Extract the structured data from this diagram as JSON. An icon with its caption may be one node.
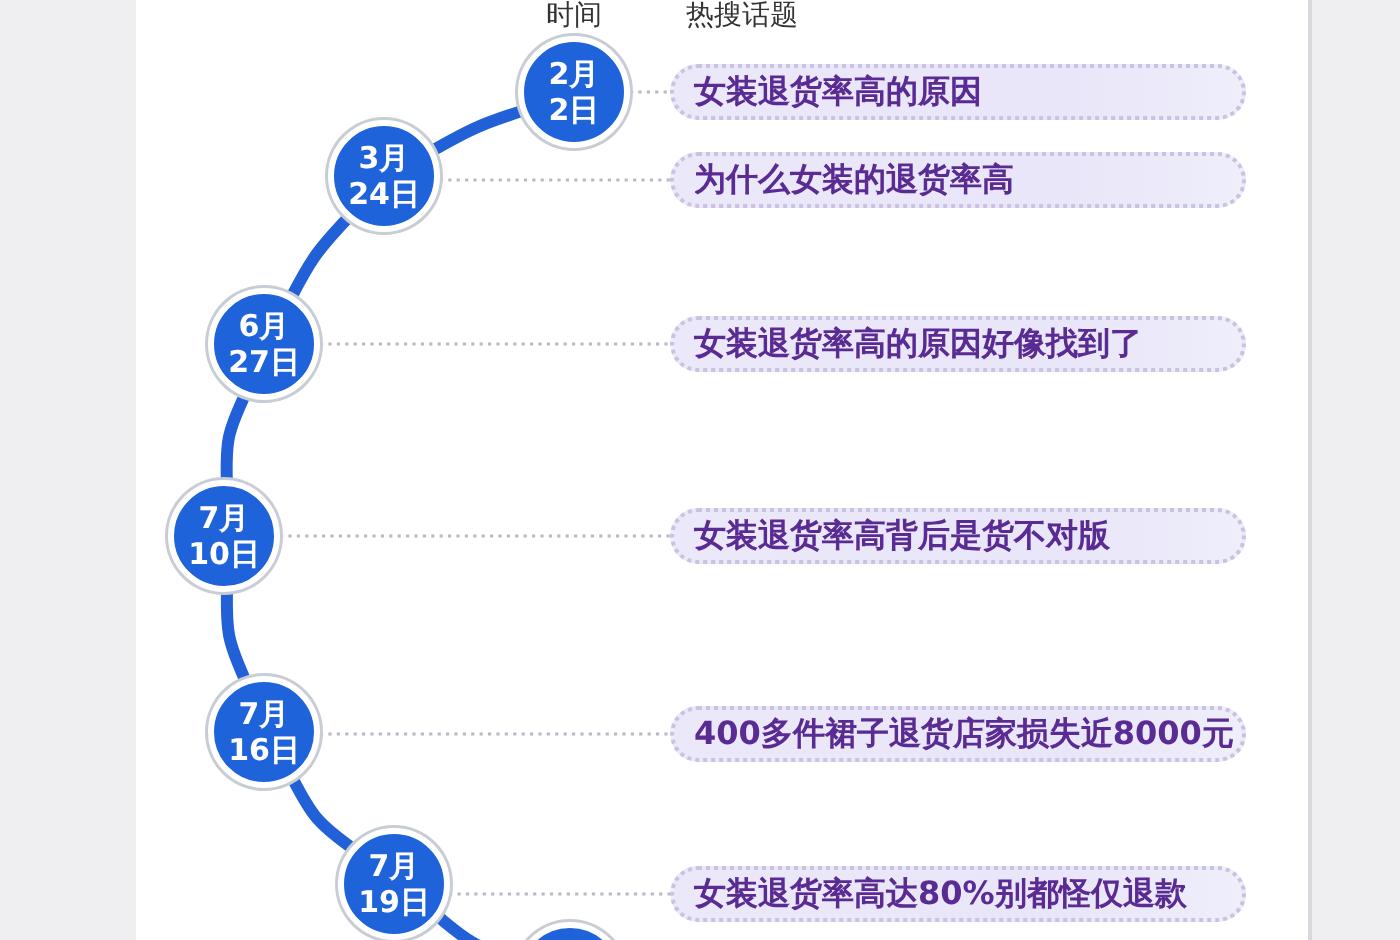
{
  "diagram": {
    "nodes": [
      {
        "text": [
          "2月2日"
        ]
      },
      {
        "text": [
          "女装退货率高的原因"
        ]
      },
      {
        "text": [
          "3月24日"
        ]
      },
      {
        "text": [
          "为什么女装的退货率高"
        ]
      },
      {
        "text": [
          "6月27日"
        ]
      },
      {
        "text": [
          "女装退货率高的原因好像找到了"
        ]
      },
      {
        "text": [
          "7月10日"
        ]
      },
      {
        "text": [
          "女装退货率高背后是货不对版"
        ]
      },
      {
        "text": [
          "7月16日"
        ]
      },
      {
        "text": [
          "400多件裙子退货店家损失近8000元"
        ]
      },
      {
        "text": [
          "7月19日"
        ]
      },
      {
        "text": [
          "女装退货率高达80%别都怪仅退款"
        ]
      },
      {
        "text": [],
        "shape": "circle"
      }
    ],
    "edges": [
      {
        "from": 0,
        "to": 2,
        "arrow": "none",
        "style": "thick",
        "color": "#2160d6"
      },
      {
        "from": 2,
        "to": 4,
        "arrow": "none",
        "style": "thick",
        "color": "#2160d6"
      },
      {
        "from": 4,
        "to": 6,
        "arrow": "none",
        "style": "thick",
        "color": "#2160d6"
      },
      {
        "from": 6,
        "to": 8,
        "arrow": "none",
        "style": "thick",
        "color": "#2160d6"
      },
      {
        "from": 8,
        "to": 10,
        "arrow": "none",
        "style": "thick",
        "color": "#2160d6"
      },
      {
        "from": 10,
        "to": 12,
        "arrow": "none",
        "style": "thick",
        "color": "#2160d6"
      },
      {
        "from": 0,
        "to": 1,
        "arrow": "none",
        "style": "dashed",
        "color": "#b9b9c6"
      },
      {
        "from": 2,
        "to": 3,
        "arrow": "none",
        "style": "dashed",
        "color": "#b9b9c6"
      },
      {
        "from": 4,
        "to": 5,
        "arrow": "none",
        "style": "dashed",
        "color": "#b9b9c6"
      },
      {
        "from": 6,
        "to": 7,
        "arrow": "none",
        "style": "dashed",
        "color": "#b9b9c6"
      },
      {
        "from": 8,
        "to": 9,
        "arrow": "none",
        "style": "dashed",
        "color": "#b9b9c6"
      },
      {
        "from": 10,
        "to": 11,
        "arrow": "none",
        "style": "dashed",
        "color": "#b9b9c6"
      }
    ],
    "labels": [
      "时间",
      "热搜话题"
    ]
  }
}
